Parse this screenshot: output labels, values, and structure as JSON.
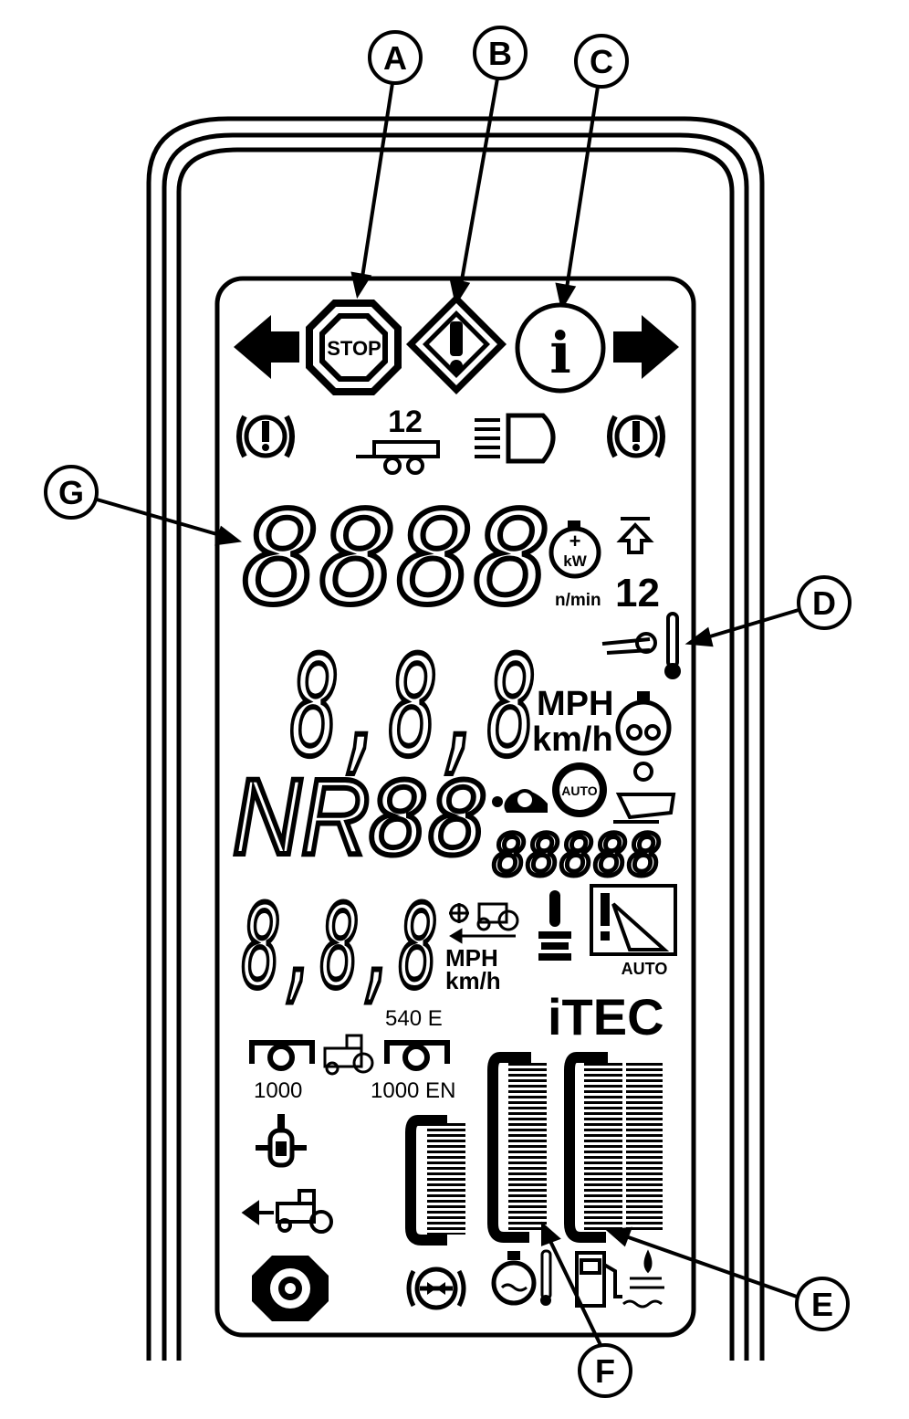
{
  "callouts": [
    "A",
    "B",
    "C",
    "D",
    "E",
    "F",
    "G"
  ],
  "top_icons": {
    "stop_text": "STOP",
    "info_glyph": "i"
  },
  "indicators": {
    "trailer_count": "12"
  },
  "engine": {
    "digits": "8888",
    "rpm_unit": "n/min",
    "power_badge": "kW",
    "gear_number": "12"
  },
  "speed": {
    "digits": "8,8,8",
    "unit_mph": "MPH",
    "unit_kmh": "km/h"
  },
  "gear": {
    "direction_text": "NR",
    "gear_digits": "88",
    "small_digits": "88888",
    "auto_badge": "AUTO"
  },
  "ground_speed": {
    "digits": "8,8,8",
    "unit_mph": "MPH",
    "unit_kmh": "km/h",
    "auto_label": "AUTO"
  },
  "pto": {
    "brand": "iTEC",
    "label_540e": "540 E",
    "label_1000": "1000",
    "label_1000en": "1000 EN"
  },
  "icons": [
    "left-arrow-icon",
    "stop-icon",
    "warning-icon",
    "info-icon",
    "right-arrow-icon",
    "brake-warning-icon",
    "trailer-icon",
    "headlight-icon",
    "engine-power-icon",
    "up-arrow-icon",
    "exhaust-temp-icon",
    "turbo-icon",
    "turtle-icon",
    "auto-gear-icon",
    "pedal-icon",
    "tractor-speed-icon",
    "joystick-icon",
    "auto-steer-icon",
    "pto-front-icon",
    "tractor-icon",
    "pto-rear-icon",
    "diff-lock-icon",
    "reverse-tractor-icon",
    "four-wheel-drive-icon",
    "axle-icon",
    "coolant-temp-icon",
    "fuel-icon",
    "def-icon"
  ],
  "colors": {
    "line": "#000000",
    "background": "#ffffff"
  }
}
